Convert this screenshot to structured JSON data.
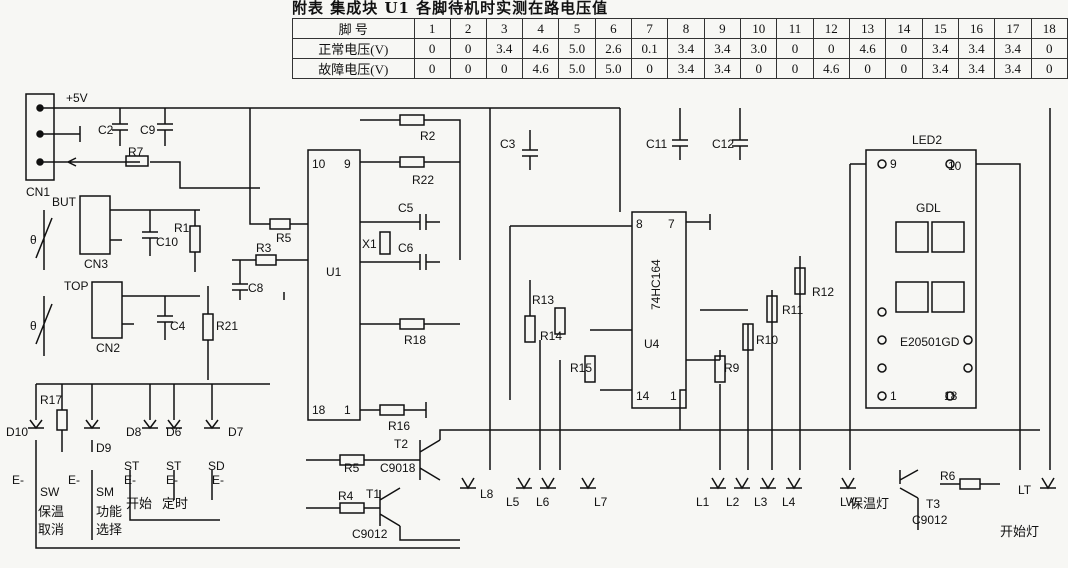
{
  "caption": "附表  集成块 U1 各脚待机时实测在路电压值",
  "table": {
    "header_label": "脚  号",
    "pins": [
      "1",
      "2",
      "3",
      "4",
      "5",
      "6",
      "7",
      "8",
      "9",
      "10",
      "11",
      "12",
      "13",
      "14",
      "15",
      "16",
      "17",
      "18"
    ],
    "rows": [
      {
        "label": "正常电压(V)",
        "values": [
          "0",
          "0",
          "3.4",
          "4.6",
          "5.0",
          "2.6",
          "0.1",
          "3.4",
          "3.4",
          "3.0",
          "0",
          "0",
          "4.6",
          "0",
          "3.4",
          "3.4",
          "3.4",
          "0"
        ]
      },
      {
        "label": "故障电压(V)",
        "values": [
          "0",
          "0",
          "0",
          "4.6",
          "5.0",
          "5.0",
          "0",
          "3.4",
          "3.4",
          "0",
          "0",
          "4.6",
          "0",
          "0",
          "3.4",
          "3.4",
          "3.4",
          "0"
        ]
      }
    ]
  },
  "labels": {
    "vcc": "+5V",
    "c2": "C2",
    "c9": "C9",
    "c3": "C3",
    "c11": "C11",
    "c12": "C12",
    "r2": "R2",
    "r22": "R22",
    "r7": "R7",
    "r1": "R1",
    "r5": "R5",
    "r3": "R3",
    "c10": "C10",
    "c8": "C8",
    "c4": "C4",
    "r21": "R21",
    "r18": "R18",
    "r17": "R17",
    "r16": "R16",
    "r15": "R15",
    "r14": "R14",
    "r13": "R13",
    "r9": "R9",
    "r10": "R10",
    "r11": "R11",
    "r12": "R12",
    "r6": "R6",
    "r4": "R4",
    "r5b": "R5",
    "c5": "C5",
    "c6": "C6",
    "x1": "X1",
    "u1": "U1",
    "u1p10": "10",
    "u1p9": "9",
    "u1p18": "18",
    "u1p1": "1",
    "cn1": "CN1",
    "cn2": "CN2",
    "cn3": "CN3",
    "but": "BUT",
    "top": "TOP",
    "u4": "U4",
    "ic74": "74HC164",
    "u4p8": "8",
    "u4p7": "7",
    "u4p14": "14",
    "u4p1": "1",
    "led2": "LED2",
    "gdl": "GDL",
    "disp": "E20501GD",
    "dp9": "9",
    "dp10": "10",
    "dp1": "1",
    "dp18": "18",
    "t1": "T1",
    "t2": "T2",
    "t3": "T3",
    "c9018": "C9018",
    "c9012a": "C9012",
    "c9012b": "C9012",
    "d10": "D10",
    "d9": "D9",
    "d8": "D8",
    "d6": "D6",
    "d7": "D7",
    "l8": "L8",
    "l5": "L5",
    "l6": "L6",
    "l7": "L7",
    "l1": "L1",
    "l2": "L2",
    "l3": "L3",
    "l4": "L4",
    "lw": "LW",
    "lt": "LT",
    "sw": "SW",
    "sm": "SM",
    "st1": "ST",
    "st2": "ST",
    "sd": "SD",
    "e1": "E-",
    "e2": "E-",
    "e3": "E-",
    "e4": "E-",
    "e5": "E-",
    "theta1": "θ",
    "theta2": "θ",
    "baowen": "保温",
    "quxiao": "取消",
    "gongneng": "功能",
    "xuanze": "选择",
    "kaishi": "开始",
    "dingshi": "定时",
    "baowendeng": "保温灯",
    "kaishideng": "开始灯"
  }
}
